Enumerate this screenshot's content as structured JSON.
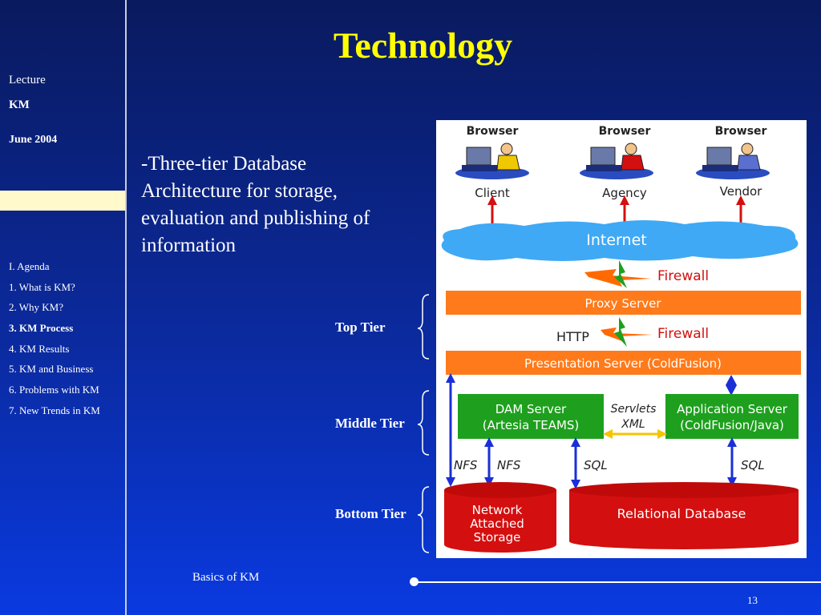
{
  "sidebar": {
    "lecture": "Lecture",
    "course": "KM",
    "date": "June 2004",
    "agenda": [
      "I. Agenda",
      "1. What is KM?",
      "2. Why KM?",
      "3. KM Process",
      "4. KM  Results",
      "5. KM and Business",
      "6. Problems with KM",
      "7. New Trends in KM"
    ],
    "active_index": 3
  },
  "title": "Technology",
  "bullet": "-Three-tier Database Architecture for storage, evaluation and publishing of information",
  "tiers": {
    "top": "Top Tier",
    "middle": "Middle Tier",
    "bottom": "Bottom Tier"
  },
  "diagram": {
    "clients": [
      {
        "header": "Browser",
        "label": "Client"
      },
      {
        "header": "Browser",
        "label": "Agency"
      },
      {
        "header": "Browser",
        "label": "Vendor"
      }
    ],
    "internet": "Internet",
    "firewall_1": "Firewall",
    "proxy": "Proxy Server",
    "http": "HTTP",
    "firewall_2": "Firewall",
    "presentation": "Presentation Server (ColdFusion)",
    "dam": {
      "line1": "DAM Server",
      "line2": "(Artesia TEAMS)"
    },
    "app": {
      "line1": "Application Server",
      "line2": "(ColdFusion/Java)"
    },
    "servlets": {
      "line1": "Servlets",
      "line2": "XML"
    },
    "protocols": {
      "nfs_1": "NFS",
      "nfs_2": "NFS",
      "sql_1": "SQL",
      "sql_2": "SQL"
    },
    "nas": {
      "line1": "Network",
      "line2": "Attached",
      "line3": "Storage"
    },
    "rdb": "Relational Database"
  },
  "footer": "Basics of KM",
  "page_number": "13",
  "colors": {
    "title": "#ffff00",
    "orange": "#ff7a1a",
    "green": "#1ea01e",
    "red": "#d40f0f",
    "blue_arrow": "#1a2fd6",
    "cloud": "#3fa9f5"
  }
}
